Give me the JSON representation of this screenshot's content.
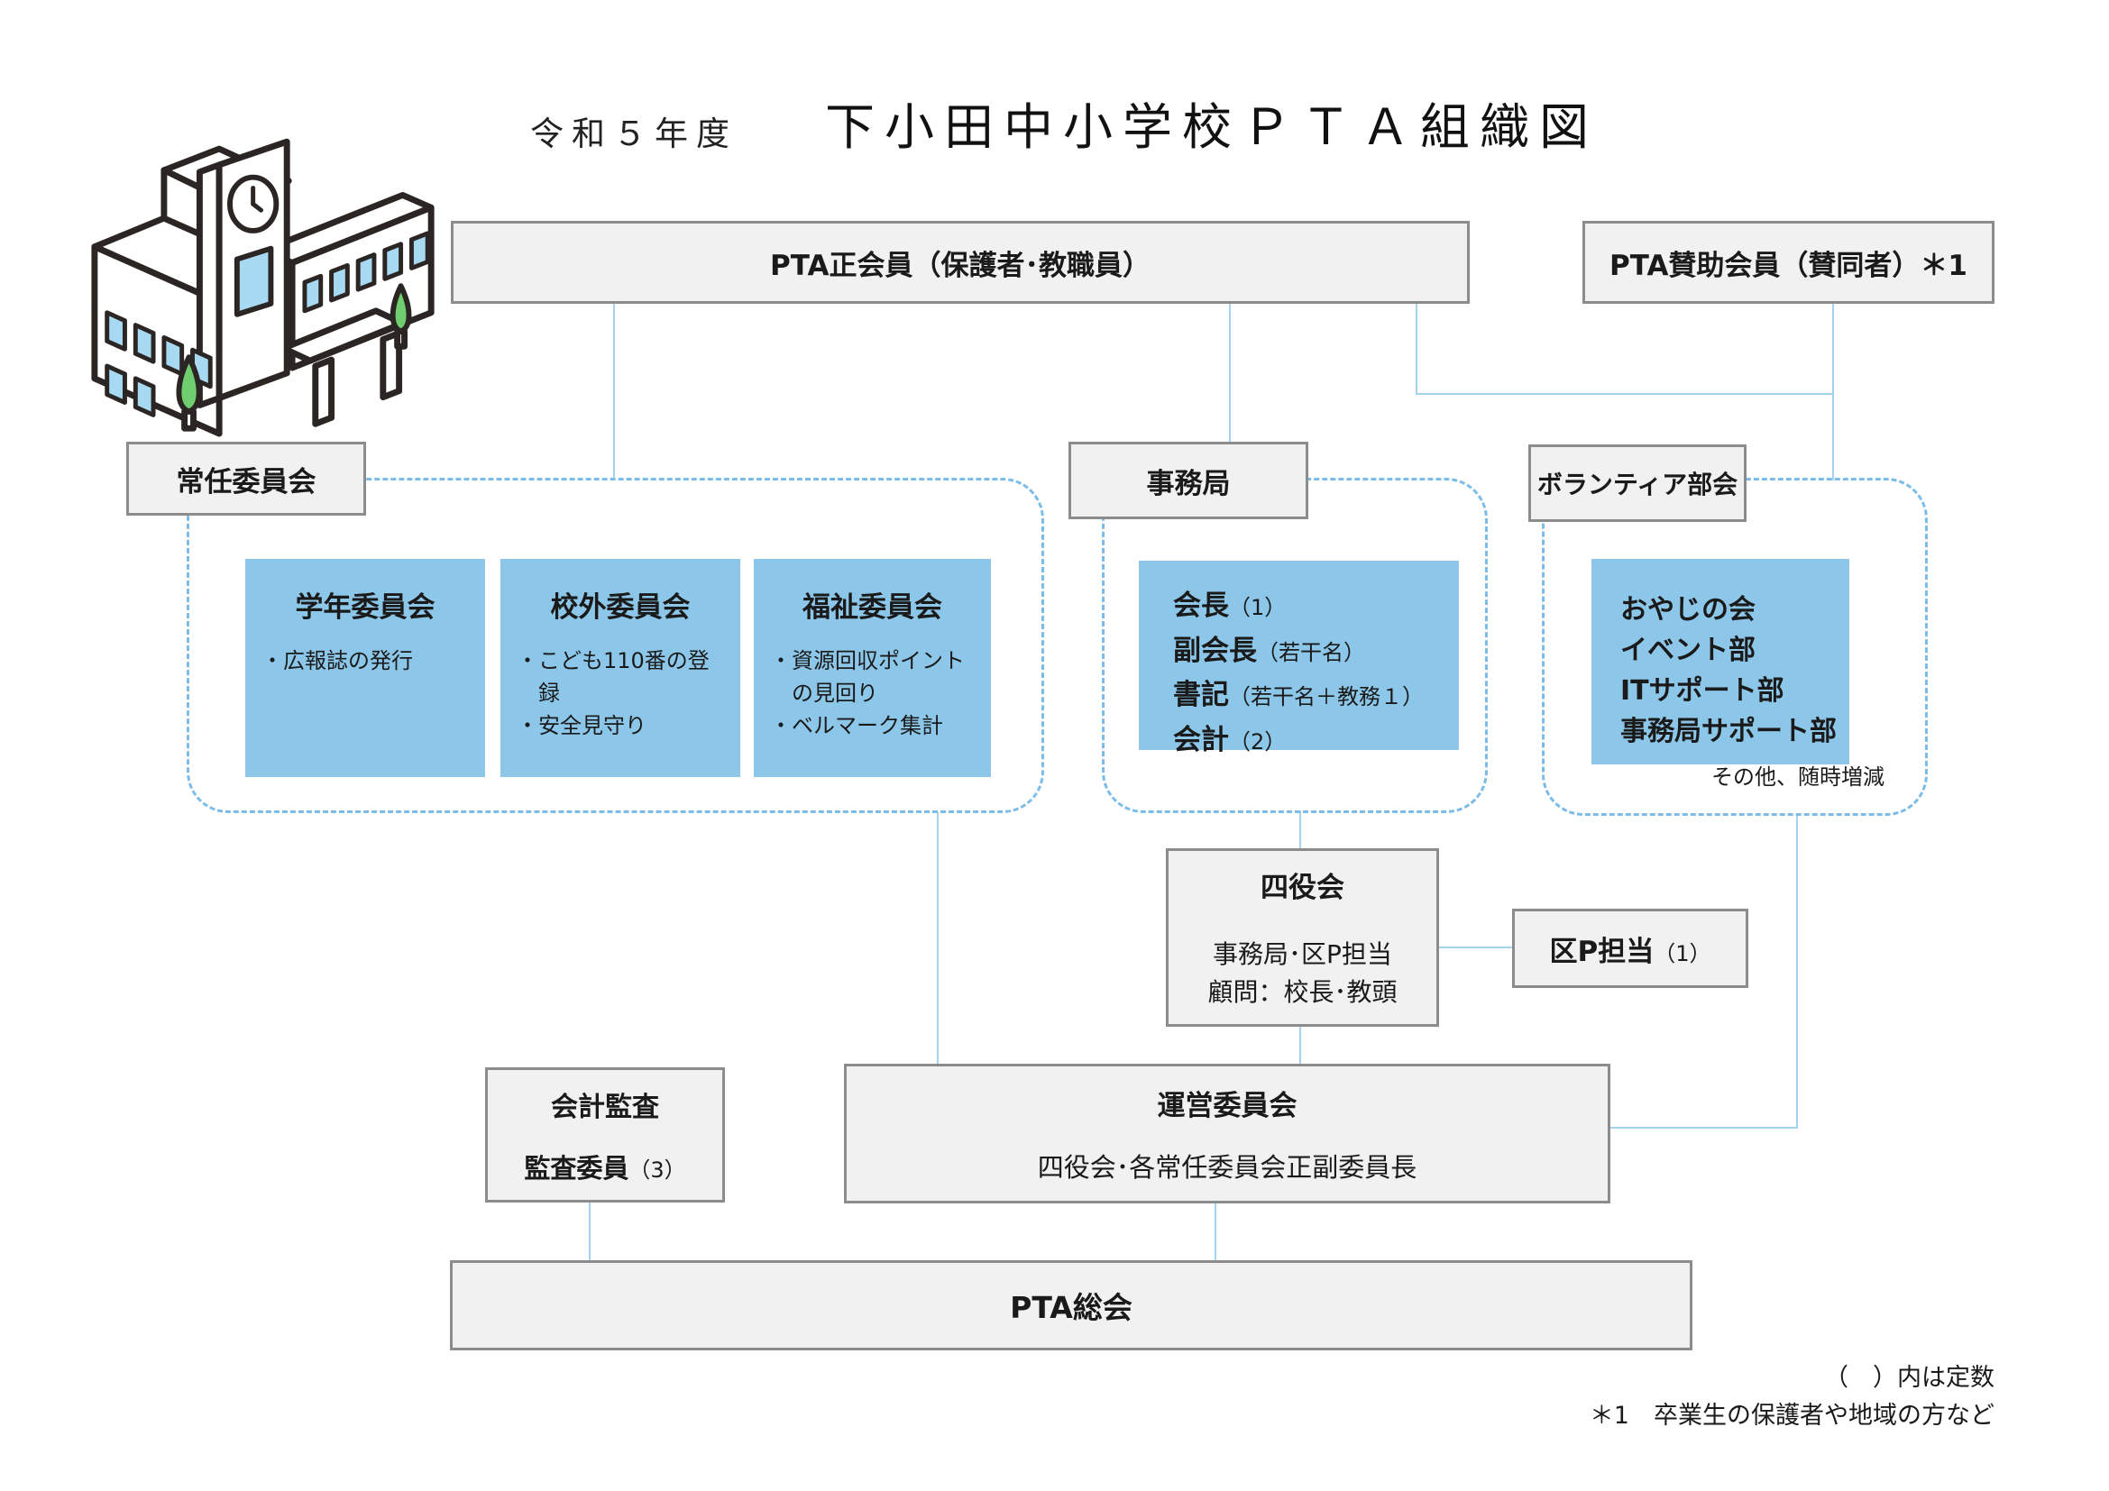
{
  "title": {
    "era": "令和５年度",
    "main": "下小田中小学校ＰＴＡ組織図"
  },
  "top_row": {
    "full_members": "PTA正会員（保護者･教職員）",
    "supporting_members": "PTA賛助会員（賛同者）＊1"
  },
  "standing_committee_group": {
    "label": "常任委員会",
    "committees": [
      {
        "name": "学年委員会",
        "items": [
          "・広報誌の発行"
        ]
      },
      {
        "name": "校外委員会",
        "items": [
          "・こども110番の登録",
          "・安全見守り"
        ]
      },
      {
        "name": "福祉委員会",
        "items": [
          "・資源回収ポイントの見回り",
          "・ベルマーク集計"
        ]
      }
    ]
  },
  "secretariat_group": {
    "label": "事務局",
    "roles": [
      {
        "title": "会長",
        "note": "（1）"
      },
      {
        "title": "副会長",
        "note": "（若干名）"
      },
      {
        "title": "書記",
        "note": "（若干名＋教務１）"
      },
      {
        "title": "会計",
        "note": "（2）"
      }
    ]
  },
  "volunteer_group": {
    "label": "ボランティア部会",
    "teams": [
      "おやじの会",
      "イベント部",
      "ITサポート部",
      "事務局サポート部"
    ],
    "note": "その他、随時増減"
  },
  "officers_meeting": {
    "title": "四役会",
    "line1": "事務局･区P担当",
    "line2": "顧問：校長･教頭"
  },
  "district_rep": {
    "title": "区P担当",
    "note": "（1）"
  },
  "audit": {
    "title": "会計監査",
    "member": "監査委員",
    "note": "（3）"
  },
  "steering": {
    "title": "運営委員会",
    "desc": "四役会･各常任委員会正副委員長"
  },
  "general_assembly": "PTA総会",
  "footnotes": [
    "（　）内は定数",
    "＊1　卒業生の保護者や地域の方など"
  ],
  "colors": {
    "gray_box_fill": "#f1f1f1",
    "gray_box_border": "#8c8c8c",
    "blue_box_fill": "#8cc6e8",
    "solid_line": "#a5d2ee",
    "dashed_line": "#7cbce9",
    "tree_green": "#6fce6e",
    "window_blue": "#a8d9f2"
  }
}
